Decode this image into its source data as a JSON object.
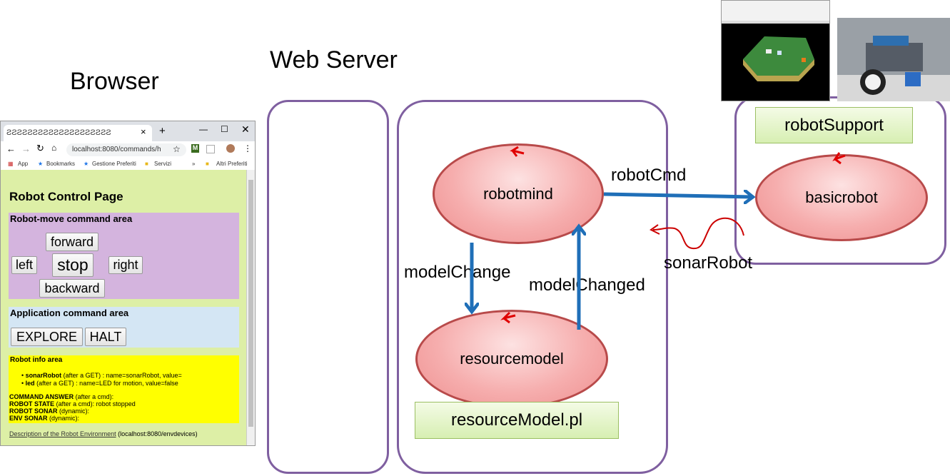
{
  "headings": {
    "browser": "Browser",
    "web_server": "Web Server"
  },
  "browser": {
    "tab_title": "ƧƧƧƧƧƧƧƧƧƧƧƧƧƧƧƧƧƧƧƧ",
    "tab_close": "×",
    "new_tab": "+",
    "url": "localhost:8080/commands/h",
    "bookmarks": [
      "App",
      "Bookmarks",
      "Gestione Preferiti",
      "Servizi",
      "»",
      "Altri Preferiti"
    ],
    "page_title": "Robot Control Page",
    "move_area": {
      "title": "Robot-move command area",
      "forward": "forward",
      "left": "left",
      "stop": "stop",
      "right": "right",
      "backward": "backward"
    },
    "app_area": {
      "title": "Application command area",
      "explore": "EXPLORE",
      "halt": "HALT"
    },
    "info_area": {
      "title": "Robot info area",
      "item1_bold": "sonarRobot",
      "item1_rest": " (after a GET) : name=sonarRobot, value=",
      "item2_bold": "led",
      "item2_rest": " (after a GET) : name=LED for motion, value=false",
      "cmd_answer_bold": "COMMAND ANSWER",
      "cmd_answer_rest": " (after a cmd):",
      "robot_state_bold": "ROBOT STATE",
      "robot_state_rest": " (after a cmd): robot stopped",
      "robot_sonar_bold": "ROBOT SONAR",
      "robot_sonar_rest": " (dynamic):",
      "env_sonar_bold": "ENV SONAR",
      "env_sonar_rest": " (dynamic):"
    },
    "footer_link": "Description of the Robot Environment",
    "footer_rest": " (localhost:8080/envdevices)"
  },
  "actors": {
    "robotmind": "robotmind",
    "resourcemodel": "resourcemodel",
    "basicrobot": "basicrobot"
  },
  "files": {
    "resource_model": "resourceModel.pl",
    "robot_support": "robotSupport"
  },
  "messages": {
    "robot_cmd": "robotCmd",
    "model_change": "modelChange",
    "model_changed": "modelChanged",
    "sonar_robot": "sonarRobot"
  },
  "colors": {
    "arrow": "#1f6fb8",
    "container": "#7f5fa0",
    "actor_border": "#b84a4a",
    "red_mark": "#cc0000"
  }
}
